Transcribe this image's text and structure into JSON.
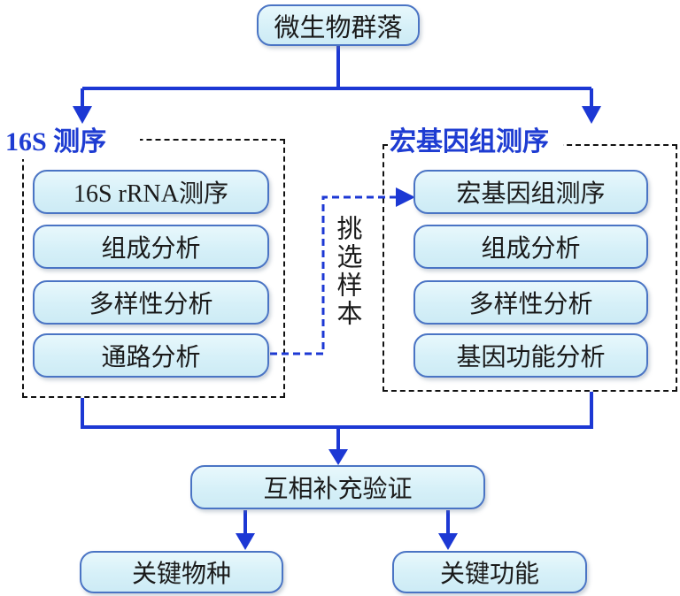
{
  "root": {
    "label": "微生物群落"
  },
  "left_group": {
    "title": "16S 测序",
    "items": [
      "16S rRNA测序",
      "组成分析",
      "多样性分析",
      "通路分析"
    ]
  },
  "right_group": {
    "title": "宏基因组测序",
    "items": [
      "宏基因组测序",
      "组成分析",
      "多样性分析",
      "基因功能分析"
    ]
  },
  "middle_label": "挑选样本",
  "merge": {
    "label": "互相补充验证"
  },
  "outputs": [
    {
      "label": "关键物种"
    },
    {
      "label": "关键功能"
    }
  ],
  "colors": {
    "connector": "#1c38d4",
    "box_border": "#4a74c4",
    "box_fill": "#d6f0f8",
    "group_title": "#1e3cd2",
    "dashed_border": "#111111",
    "text": "#1a1a1a"
  }
}
